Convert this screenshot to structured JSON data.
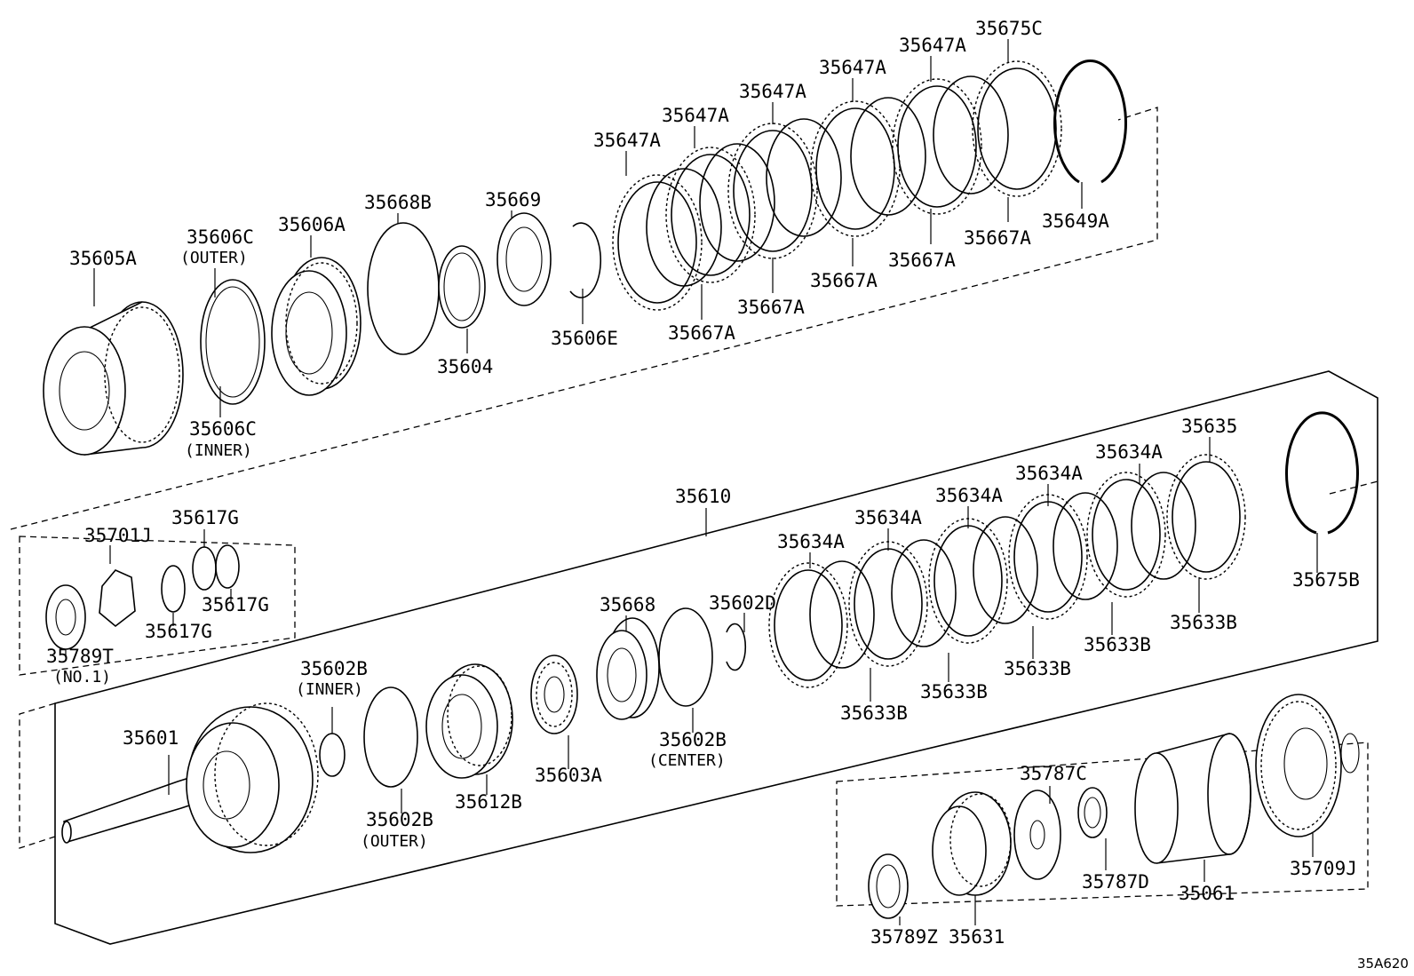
{
  "diagram_ref": "35A620",
  "callouts": [
    {
      "id": "p35605A",
      "text": "35605A"
    },
    {
      "id": "p35606C_outer",
      "text": "35606C",
      "note": "(OUTER)"
    },
    {
      "id": "p35606C_inner",
      "text": "35606C",
      "note": "(INNER)"
    },
    {
      "id": "p35606A",
      "text": "35606A"
    },
    {
      "id": "p35668B",
      "text": "35668B"
    },
    {
      "id": "p35604",
      "text": "35604"
    },
    {
      "id": "p35669",
      "text": "35669"
    },
    {
      "id": "p35606E",
      "text": "35606E"
    },
    {
      "id": "p35647A_1",
      "text": "35647A"
    },
    {
      "id": "p35647A_2",
      "text": "35647A"
    },
    {
      "id": "p35647A_3",
      "text": "35647A"
    },
    {
      "id": "p35647A_4",
      "text": "35647A"
    },
    {
      "id": "p35647A_5",
      "text": "35647A"
    },
    {
      "id": "p35675C",
      "text": "35675C"
    },
    {
      "id": "p35649A",
      "text": "35649A"
    },
    {
      "id": "p35667A_1",
      "text": "35667A"
    },
    {
      "id": "p35667A_2",
      "text": "35667A"
    },
    {
      "id": "p35667A_3",
      "text": "35667A"
    },
    {
      "id": "p35667A_4",
      "text": "35667A"
    },
    {
      "id": "p35667A_5",
      "text": "35667A"
    },
    {
      "id": "p35610",
      "text": "35610"
    },
    {
      "id": "p35701J",
      "text": "35701J"
    },
    {
      "id": "p35617G_1",
      "text": "35617G"
    },
    {
      "id": "p35617G_2",
      "text": "35617G"
    },
    {
      "id": "p35617G_3",
      "text": "35617G"
    },
    {
      "id": "p35789T",
      "text": "35789T",
      "note": "(NO.1)"
    },
    {
      "id": "p35602B_inner",
      "text": "35602B",
      "note": "(INNER)"
    },
    {
      "id": "p35602B_outer",
      "text": "35602B",
      "note": "(OUTER)"
    },
    {
      "id": "p35602B_center",
      "text": "35602B",
      "note": "(CENTER)"
    },
    {
      "id": "p35602D",
      "text": "35602D"
    },
    {
      "id": "p35601",
      "text": "35601"
    },
    {
      "id": "p35612B",
      "text": "35612B"
    },
    {
      "id": "p35603A",
      "text": "35603A"
    },
    {
      "id": "p35668",
      "text": "35668"
    },
    {
      "id": "p35634A_1",
      "text": "35634A"
    },
    {
      "id": "p35634A_2",
      "text": "35634A"
    },
    {
      "id": "p35634A_3",
      "text": "35634A"
    },
    {
      "id": "p35634A_4",
      "text": "35634A"
    },
    {
      "id": "p35634A_5",
      "text": "35634A"
    },
    {
      "id": "p35635",
      "text": "35635"
    },
    {
      "id": "p35675B",
      "text": "35675B"
    },
    {
      "id": "p35633B_1",
      "text": "35633B"
    },
    {
      "id": "p35633B_2",
      "text": "35633B"
    },
    {
      "id": "p35633B_3",
      "text": "35633B"
    },
    {
      "id": "p35633B_4",
      "text": "35633B"
    },
    {
      "id": "p35633B_5",
      "text": "35633B"
    },
    {
      "id": "p35787C",
      "text": "35787C"
    },
    {
      "id": "p35787D",
      "text": "35787D"
    },
    {
      "id": "p35061",
      "text": "35061"
    },
    {
      "id": "p35709J",
      "text": "35709J"
    },
    {
      "id": "p35789Z",
      "text": "35789Z"
    },
    {
      "id": "p35631",
      "text": "35631"
    }
  ]
}
